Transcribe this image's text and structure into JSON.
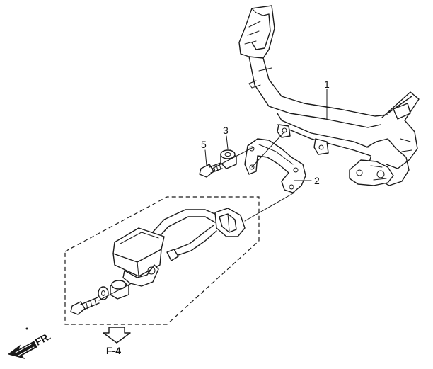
{
  "callouts": {
    "part_1": "1",
    "part_2": "2",
    "part_3": "3",
    "part_5": "5"
  },
  "references": {
    "fig": "F-4",
    "front": "FR."
  },
  "colors": {
    "ink": "#1a1a1a",
    "paper": "#ffffff"
  }
}
